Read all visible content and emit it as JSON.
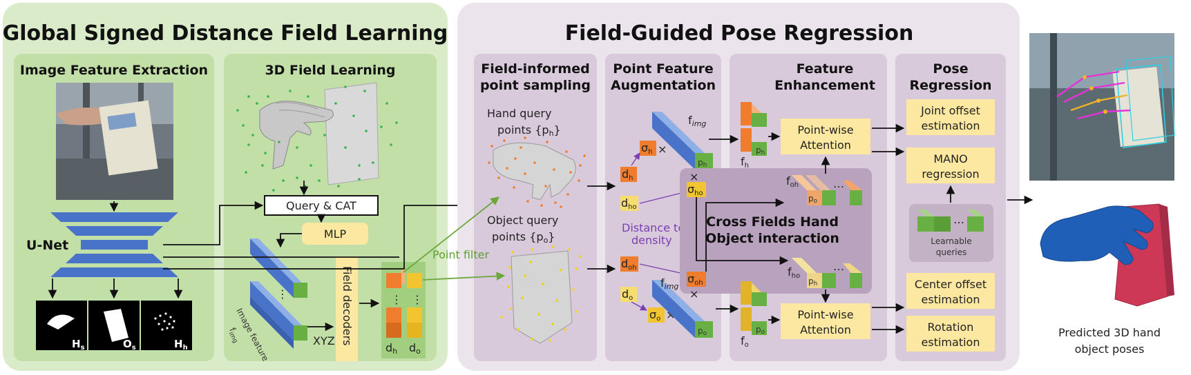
{
  "titles": {
    "global": "Global Signed Distance Field Learning",
    "field_guided": "Field-Guided Pose Regression"
  },
  "panels": {
    "image_feature": "Image Feature Extraction",
    "field_learning": "3D Field Learning",
    "sampling_1": "Field-informed",
    "sampling_2": "point sampling",
    "augmentation_1": "Point Feature",
    "augmentation_2": "Augmentation",
    "enhancement_1": "Feature",
    "enhancement_2": "Enhancement",
    "regression_1": "Pose",
    "regression_2": "Regression"
  },
  "labels": {
    "unet": "U-Net",
    "query_cat": "Query & CAT",
    "mlp": "MLP",
    "field_decoders": "Field decoders",
    "image_feature_1": "Image feature",
    "image_feature_2": "f",
    "xyz": "XYZ",
    "d_h": "dh",
    "d_o": "do",
    "hs": "Hs",
    "os": "Os",
    "hh": "Hh",
    "hand_query_1": "Hand query",
    "hand_query_2": "points {ph}",
    "object_query_1": "Object query",
    "object_query_2": "points {po}",
    "point_filter": "Point filter",
    "f_img": "fimg",
    "distance_density_1": "Distance to",
    "distance_density_2": "density",
    "cross_fields_1": "Cross Fields Hand",
    "cross_fields_2": "Object interaction",
    "pointwise_1": "Point-wise",
    "pointwise_2": "Attention",
    "joint_offset_1": "Joint offset",
    "joint_offset_2": "estimation",
    "mano_1": "MANO",
    "mano_2": "regression",
    "learnable_1": "Learnable",
    "learnable_2": "queries",
    "center_offset_1": "Center offset",
    "center_offset_2": "estimation",
    "rotation_1": "Rotation",
    "rotation_2": "estimation",
    "predicted_1": "Predicted 3D hand",
    "predicted_2": "object poses"
  },
  "symbols": {
    "sigma_h": "σh",
    "sigma_ho": "σho",
    "sigma_oh": "σoh",
    "sigma_o": "σo",
    "d_ho": "dho",
    "d_oh": "doh",
    "f_h": "fh",
    "f_o": "fo",
    "f_oh": "foh",
    "f_ho": "fho",
    "p_h": "ph",
    "p_o": "po",
    "times": "×"
  },
  "colors": {
    "left_bg": "#d9ebc9",
    "left_panel": "#c3dfa8",
    "right_bg": "#ece4ed",
    "right_panel": "#d9cadb",
    "cross_box": "#b9a2bd",
    "yellow_box": "#fde8a2",
    "unet_blue": "#4873c8",
    "orange": "#ef7d2d",
    "yellow": "#f2c530",
    "green": "#68b043",
    "purple_text": "#7a3fb0"
  }
}
